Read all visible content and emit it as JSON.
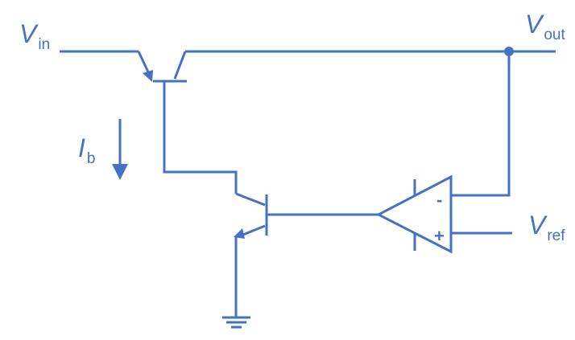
{
  "labels": {
    "vin": {
      "main": "V",
      "sub": "in"
    },
    "vout": {
      "main": "V",
      "sub": "out"
    },
    "vref": {
      "main": "V",
      "sub": "ref"
    },
    "ib": {
      "main": "I",
      "sub": "b"
    }
  },
  "opamp": {
    "minus": "-",
    "plus": "+"
  },
  "colors": {
    "stroke": "#4472C4",
    "background": "#FFFFFF"
  },
  "icons": [
    "npn-pass-transistor",
    "npn-drive-transistor",
    "op-amp-triangle",
    "ground-symbol",
    "current-arrow",
    "junction-dot"
  ]
}
